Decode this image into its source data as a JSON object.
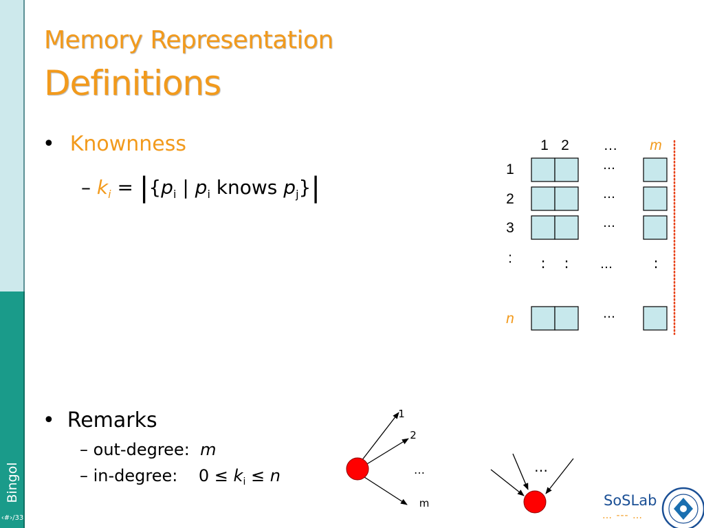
{
  "title": {
    "line1": "Memory Representation",
    "line2": "Definitions"
  },
  "bullets": {
    "knownness": "Knownness",
    "remarks": "Remarks",
    "dot": "•"
  },
  "formula": {
    "dash": "–",
    "k": "k",
    "i": "i",
    "eq": "=",
    "open": "{",
    "p": "p",
    "j": "j",
    "sep": "|",
    "knows": "knows",
    "close": "}"
  },
  "remarks": {
    "out_label": "– out-degree:",
    "out_value": "m",
    "in_label": "– in-degree:",
    "in_zero": "0",
    "leq": "≤",
    "k": "k",
    "i": "i",
    "n": "n"
  },
  "matrix": {
    "col_labels": [
      "1",
      "2",
      "…",
      "m"
    ],
    "row_labels": [
      "1",
      "2",
      "3",
      ":",
      "n"
    ],
    "ellipsis": "…",
    "colon": ":"
  },
  "graph": {
    "out_labels": [
      "1",
      "2",
      "…",
      "m"
    ],
    "in_label": "…"
  },
  "sidebar": {
    "label": "Bingol",
    "page": "‹#›/33"
  },
  "logo": {
    "text": "SoSLab",
    "dots": "… --- …"
  },
  "colors": {
    "accent": "#f29a1c",
    "cell": "#c7e8ec",
    "node": "#ff0000",
    "sidebar_dark": "#1a9b8a",
    "sidebar_light": "#cde9ec"
  }
}
